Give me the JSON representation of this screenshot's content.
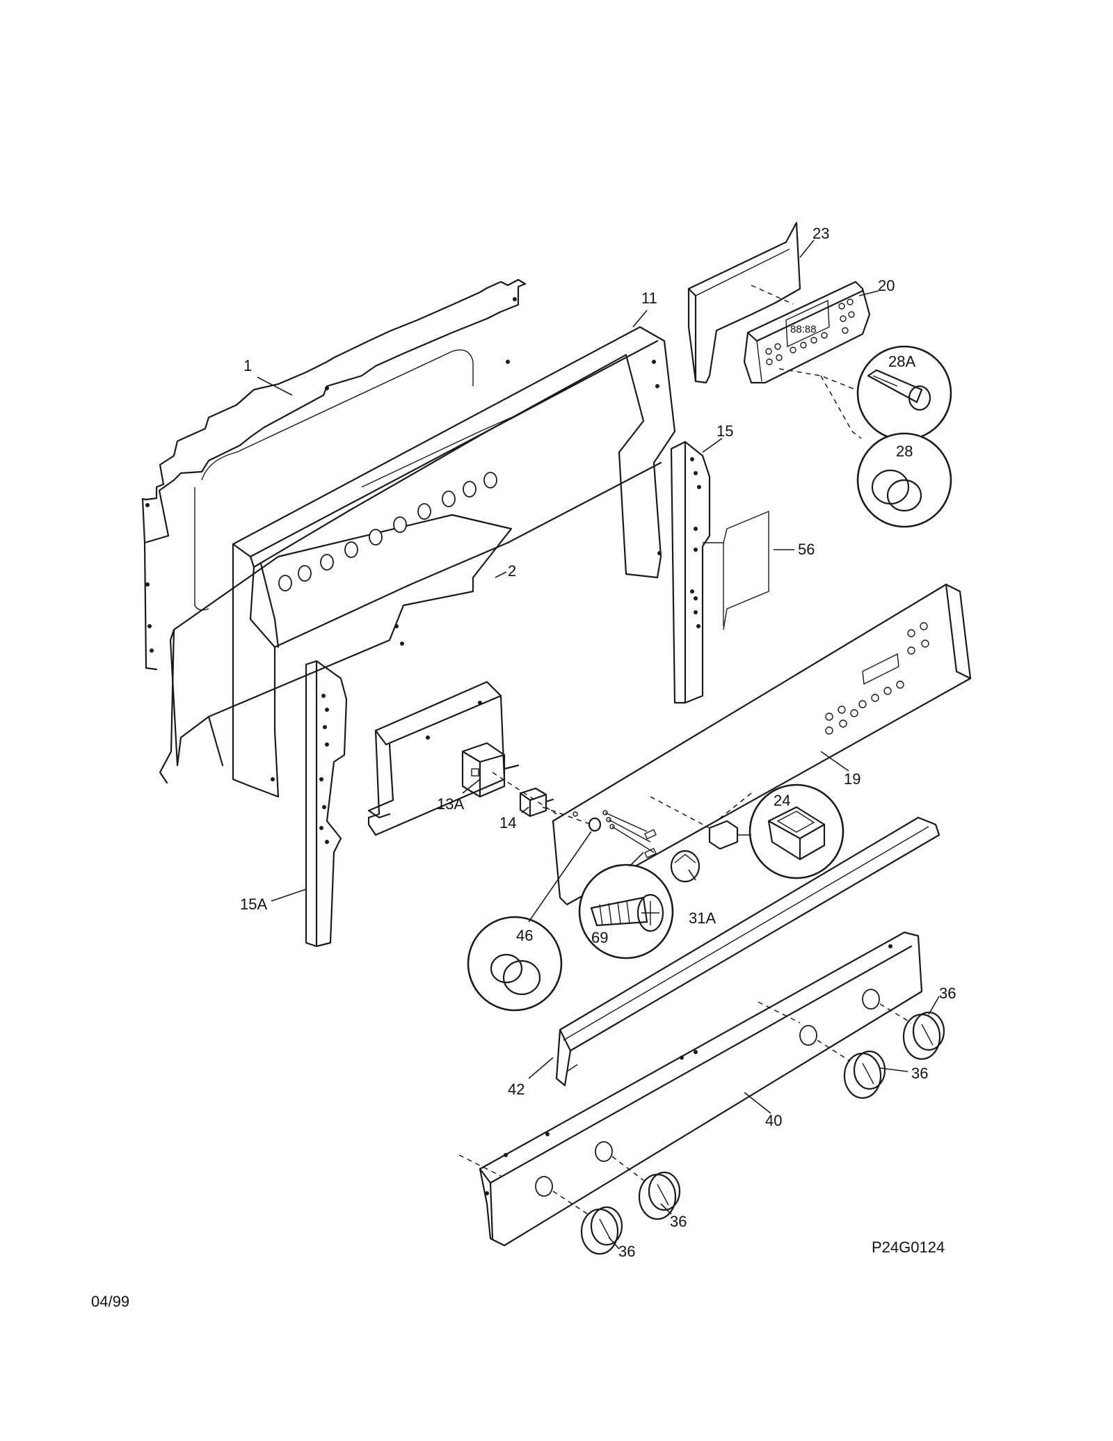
{
  "callouts": {
    "c1": "1",
    "c2": "2",
    "c11": "11",
    "c13a": "13A",
    "c14": "14",
    "c15": "15",
    "c15a": "15A",
    "c19": "19",
    "c20": "20",
    "c23": "23",
    "c24": "24",
    "c28": "28",
    "c28a": "28A",
    "c31a": "31A",
    "c36a": "36",
    "c36b": "36",
    "c36c": "36",
    "c36d": "36",
    "c40": "40",
    "c42": "42",
    "c46": "46",
    "c56": "56",
    "c69": "69"
  },
  "drawing_id": "P24G0124",
  "revision_date": "04/99",
  "icons": [
    "oven-control-board",
    "selector-knob",
    "rocker-switch",
    "screw",
    "end-cap",
    "control-knob"
  ]
}
